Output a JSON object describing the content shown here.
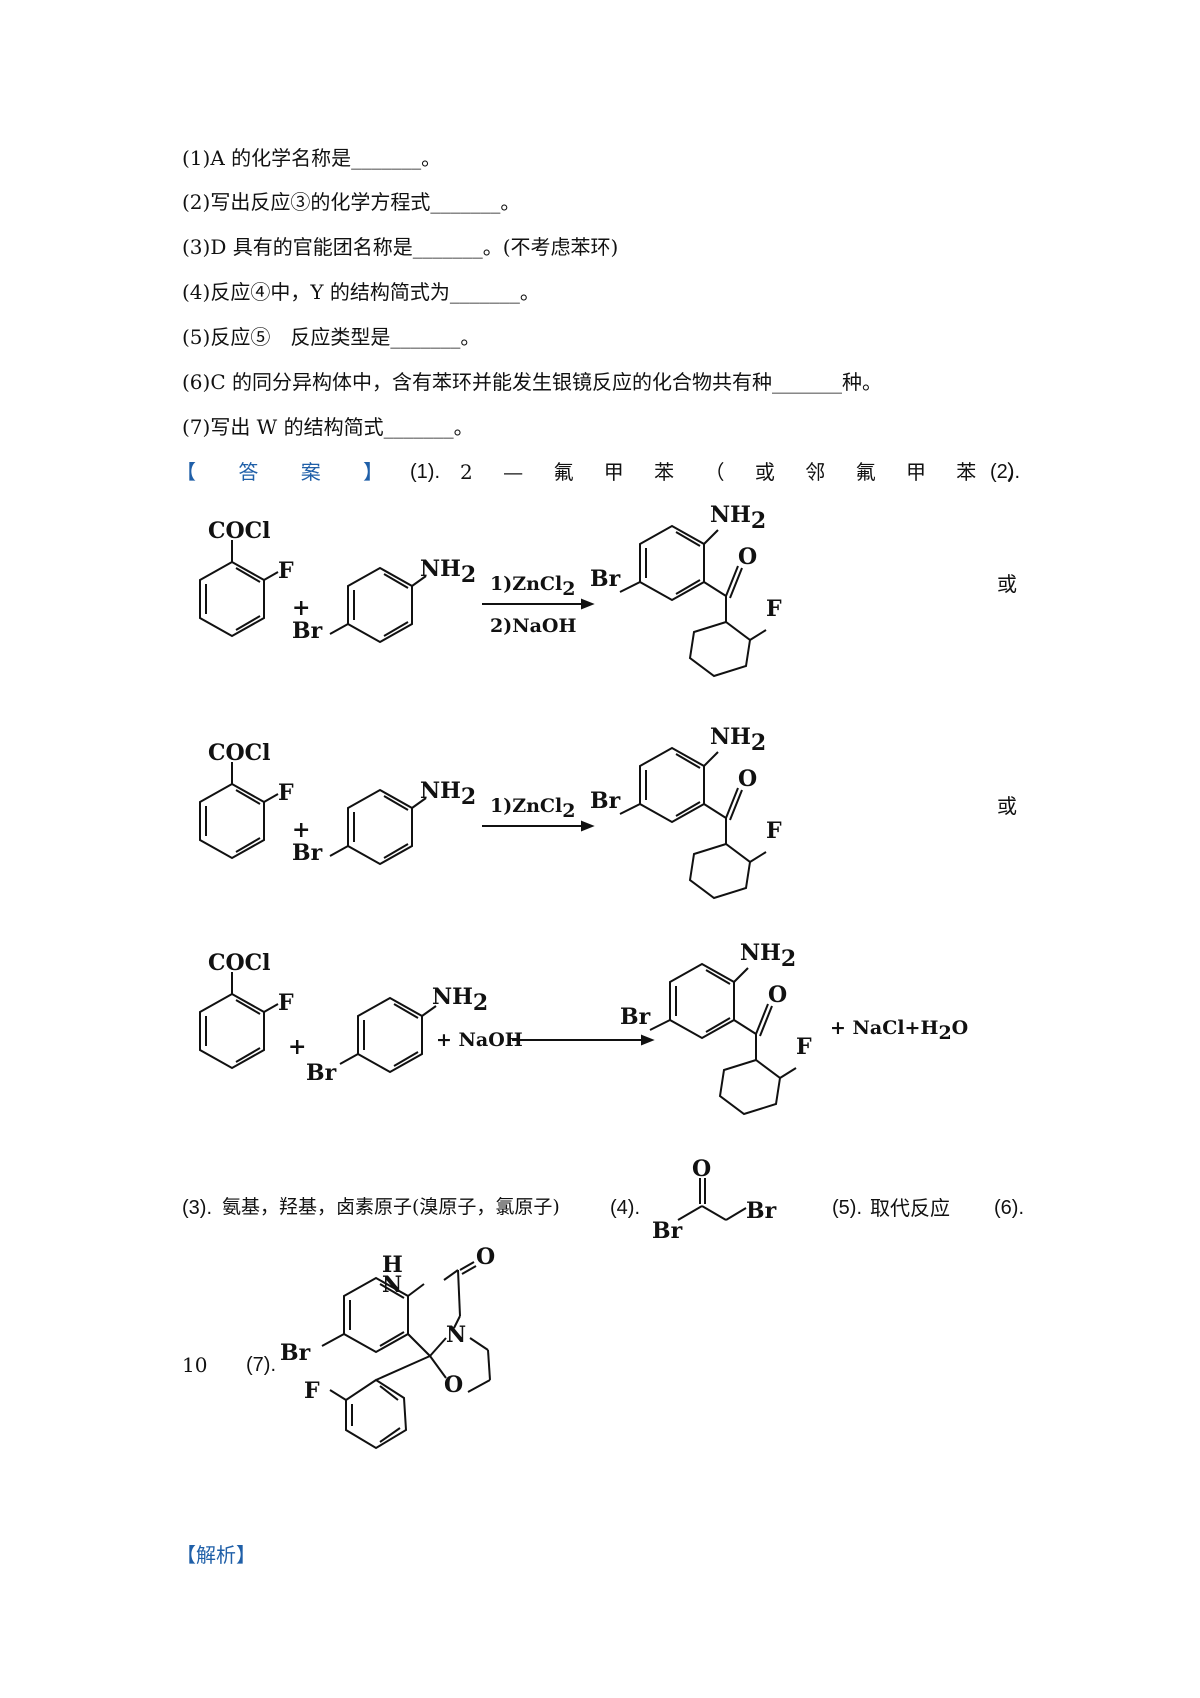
{
  "questions": [
    "(1)A 的化学名称是_______。",
    "(2)写出反应③的化学方程式_______。",
    "(3)D 具有的官能团名称是_______。(不考虑苯环)",
    "(4)反应④中，Y 的结构简式为_______。",
    "(5)反应⑤　反应类型是_______。",
    "(6)C 的同分异构体中，含有苯环并能发生银镜反应的化合物共有种_______种。",
    "(7)写出 W 的结构简式_______。"
  ],
  "answer": {
    "label": "【 答 案 】",
    "a1_num": "(1).",
    "a1_text": "2 — 氟 甲 苯 （ 或 邻 氟 甲 苯 ）",
    "a2_num": "(2).",
    "or_word": "或",
    "a3_num": "(3).",
    "a3_text": "氨基，羟基，卤素原子(溴原子，氯原子)",
    "a4_num": "(4).",
    "a5_num": "(5).",
    "a5_text": "取代反应",
    "a6_num": "(6).",
    "a6_value": "10",
    "a7_num": "(7)."
  },
  "chem": {
    "cocl": "COCl",
    "f": "F",
    "br": "Br",
    "nh2": "NH",
    "sub2": "2",
    "o": "O",
    "n": "N",
    "h": "H",
    "plus": "+",
    "zncl2": "1)ZnCl",
    "naoh_step": "2)NaOH",
    "plus_naoh": "+ NaOH",
    "nacl_h2o": "+ NaCl+H",
    "h2o_tail": "O"
  },
  "analysis_label": "【解析】"
}
